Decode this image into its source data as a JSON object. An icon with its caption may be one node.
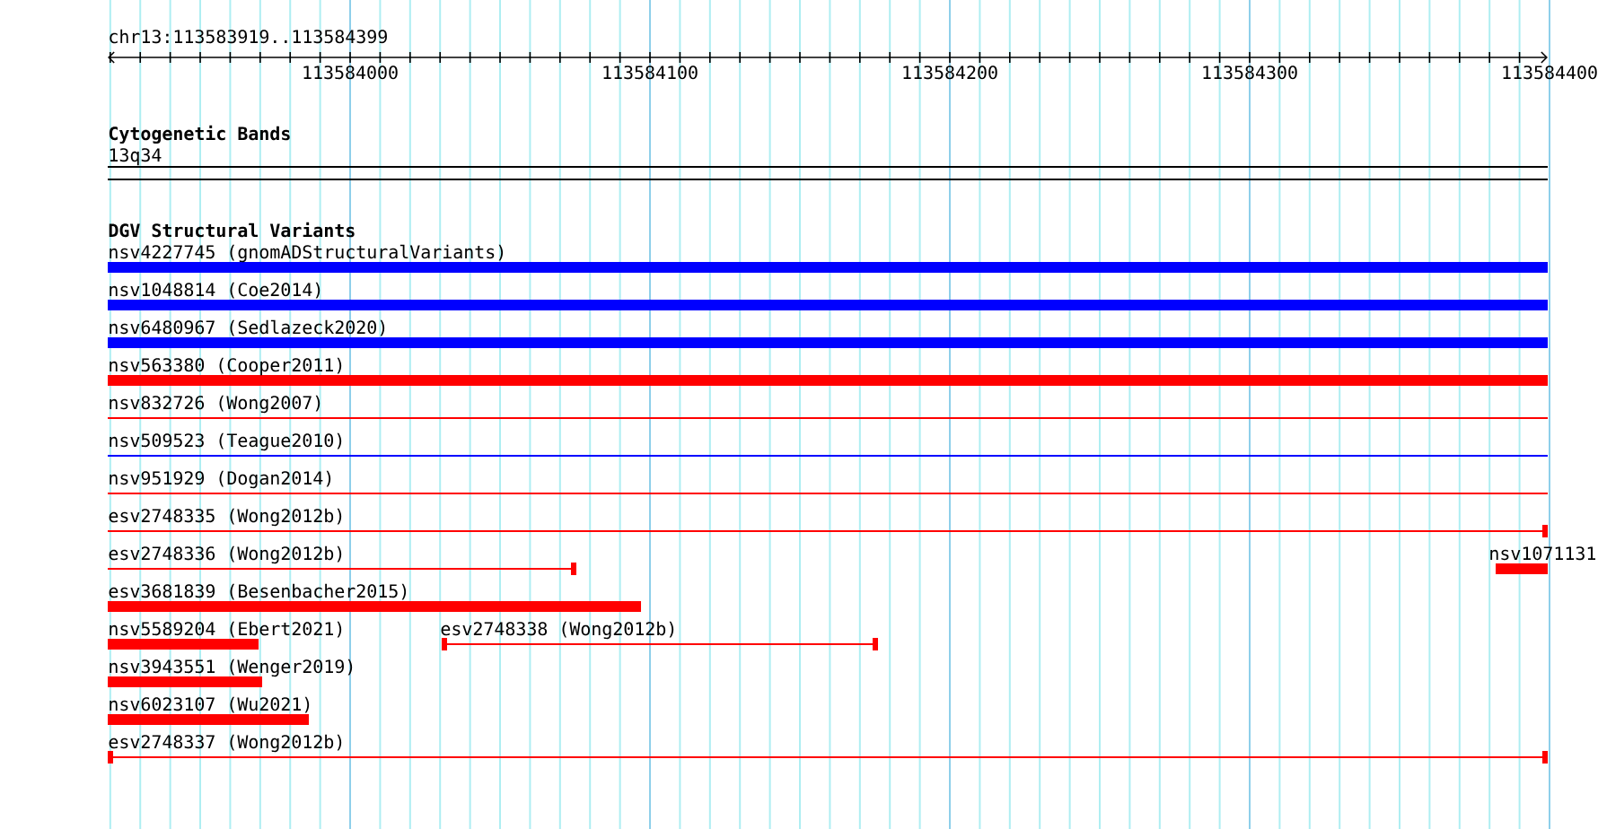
{
  "diagram": {
    "title": "chr13:113583919..113584399",
    "nodes": [
      {
        "text": [
          "13q34"
        ]
      },
      {
        "text": [
          "nsv4227745 (gnomADStructuralVariants)"
        ]
      },
      {
        "text": [
          "nsv1048814 (Coe2014)"
        ]
      },
      {
        "text": [
          "nsv6480967 (Sedlazeck2020)"
        ]
      },
      {
        "text": [
          "nsv563380 (Cooper2011)"
        ]
      },
      {
        "text": [
          "nsv832726 (Wong2007)"
        ]
      },
      {
        "text": [
          "nsv509523 (Teague2010)"
        ]
      },
      {
        "text": [
          "nsv951929 (Dogan2014)"
        ]
      },
      {
        "text": [
          "esv2748335 (Wong2012b)"
        ]
      },
      {
        "text": [
          "esv2748336 (Wong2012b)"
        ]
      },
      {
        "text": [
          "nsv1071131"
        ]
      },
      {
        "text": [
          "esv3681839 (Besenbacher2015)"
        ]
      },
      {
        "text": [
          "nsv5589204 (Ebert2021)"
        ]
      },
      {
        "text": [
          "esv2748338 (Wong2012b)"
        ]
      },
      {
        "text": [
          "nsv3943551 (Wenger2019)"
        ]
      },
      {
        "text": [
          "nsv6023107 (Wu2021)"
        ]
      },
      {
        "text": [
          "esv2748337 (Wong2012b)"
        ]
      }
    ],
    "edges": [],
    "labels": [
      "113584000",
      "113584100",
      "113584200",
      "113584300",
      "113584400",
      "Cytogenetic Bands",
      "DGV Structural Variants"
    ]
  }
}
